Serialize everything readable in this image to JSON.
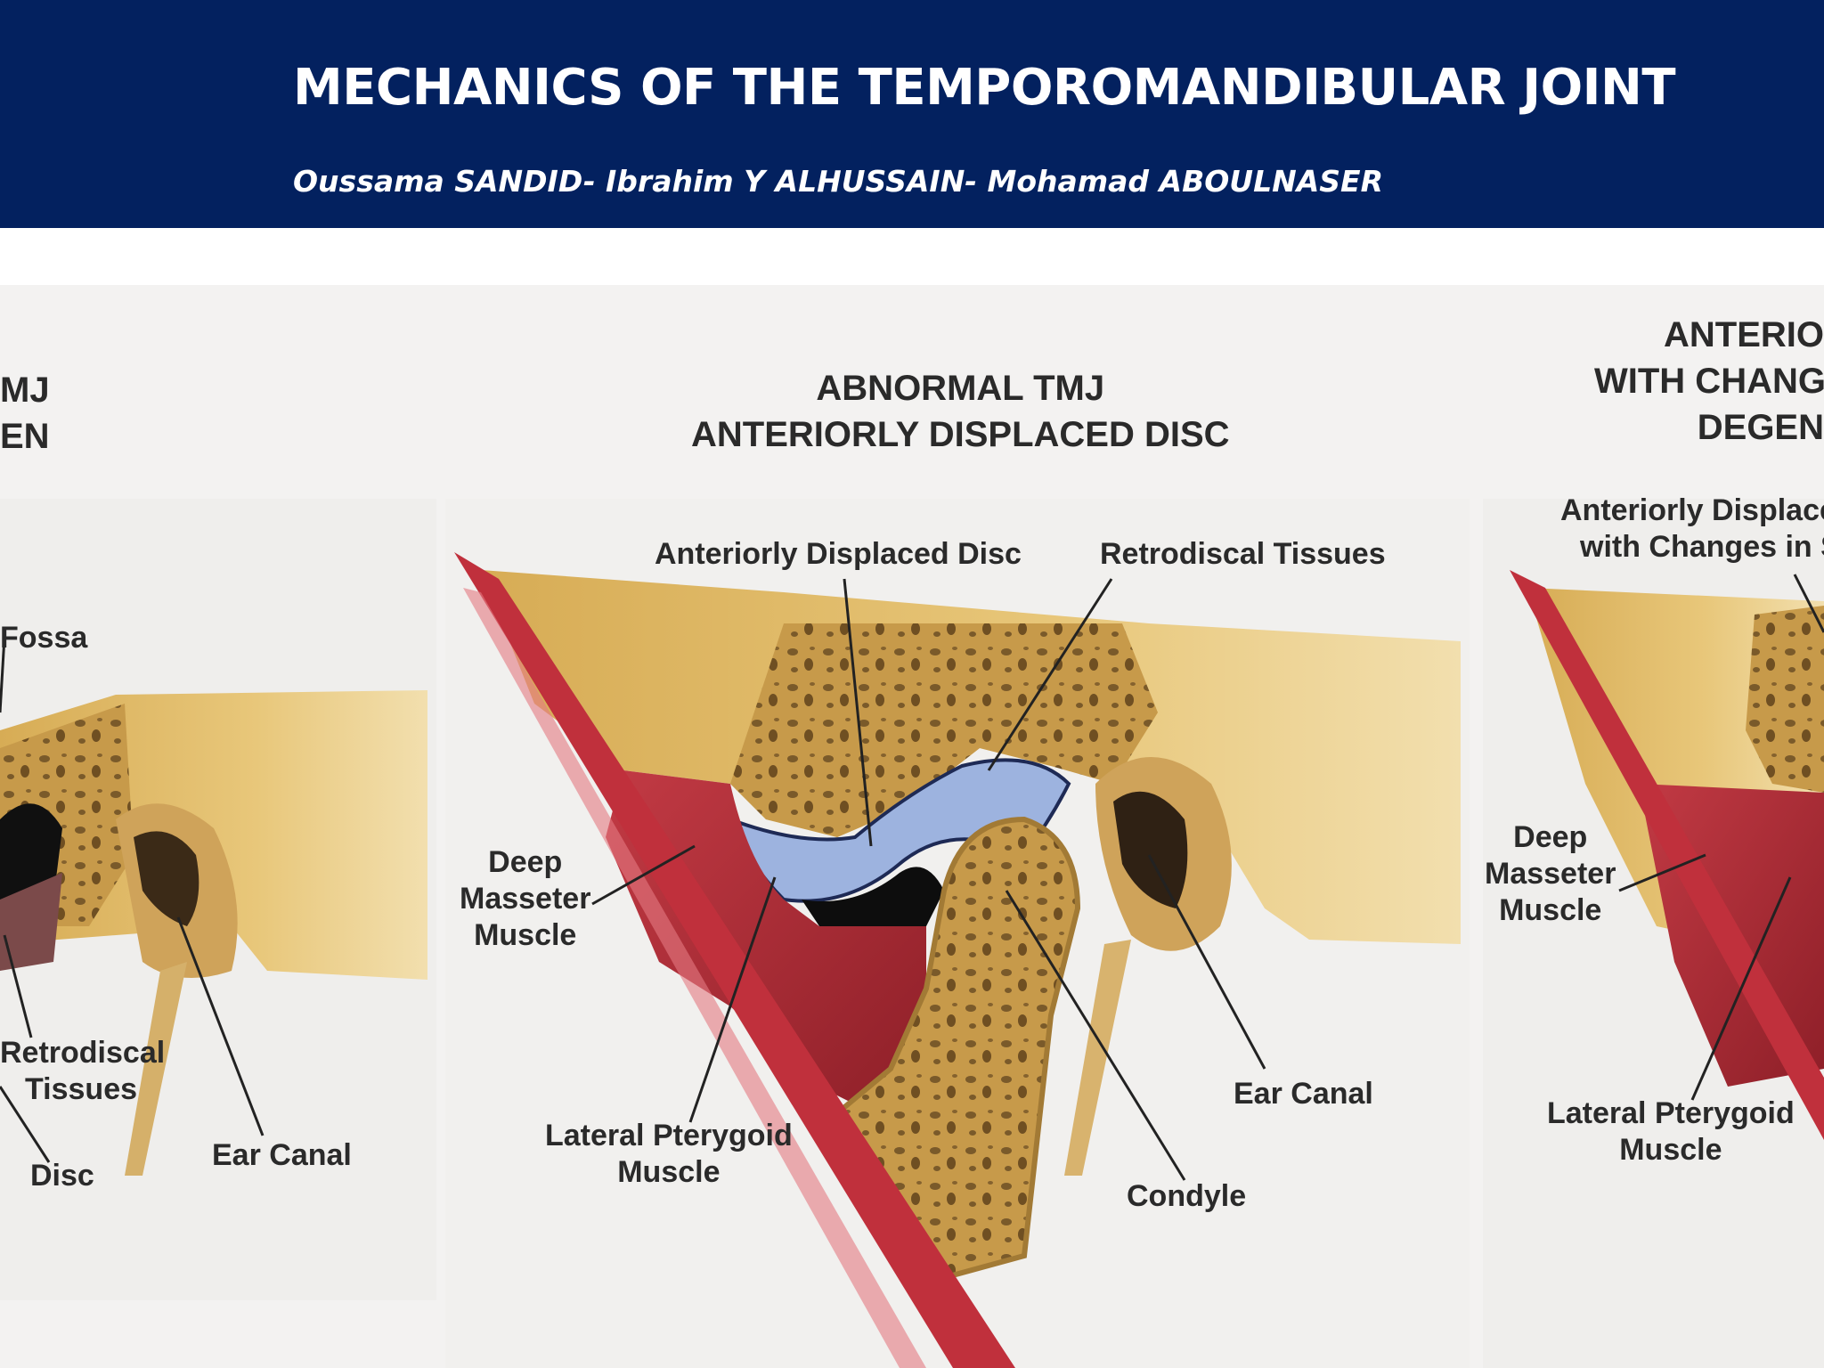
{
  "slide": {
    "title": "MECHANICS OF THE TEMPOROMANDIBULAR JOINT",
    "authors": "Oussama SANDID- Ibrahim Y ALHUSSAIN- Mohamad ABOULNASER"
  },
  "colors": {
    "header_bg": "#03215f",
    "bone": "#dcb35a",
    "muscle": "#b22a35",
    "disc": "#8fa8d8"
  },
  "panels": {
    "left": {
      "heading_line1": "MJ",
      "heading_line2": "EN",
      "fossa": "Fossa",
      "retrodiscal_line1": "Retrodiscal",
      "retrodiscal_line2": "Tissues",
      "disc": "Disc",
      "ear_canal": "Ear Canal"
    },
    "center": {
      "heading_line1": "ABNORMAL TMJ",
      "heading_line2": "ANTERIORLY DISPLACED DISC",
      "anteriorly_displaced_disc": "Anteriorly Displaced Disc",
      "retrodiscal_tissues": "Retrodiscal Tissues",
      "deep_line1": "Deep",
      "deep_line2": "Masseter",
      "deep_line3": "Muscle",
      "lateral_line1": "Lateral Pterygoid",
      "lateral_line2": "Muscle",
      "ear_canal": "Ear Canal",
      "condyle": "Condyle"
    },
    "right": {
      "heading_line1": "ANTERIO",
      "heading_line2": "WITH CHANG",
      "heading_line3": "DEGEN",
      "sub_line1": "Anteriorly Displace",
      "sub_line2": "with Changes in S",
      "deep_line1": "Deep",
      "deep_line2": "Masseter",
      "deep_line3": "Muscle",
      "lateral_line1": "Lateral Pterygoid",
      "lateral_line2": "Muscle"
    }
  }
}
